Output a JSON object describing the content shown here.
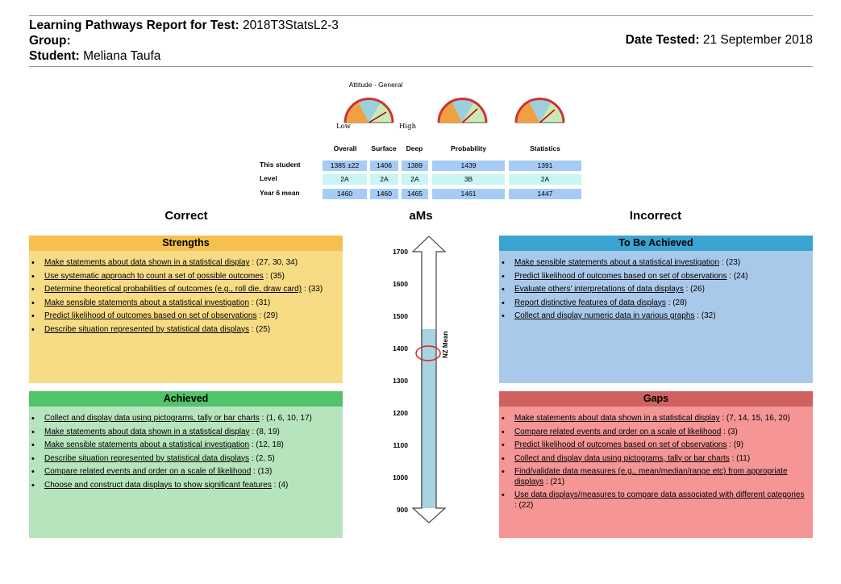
{
  "header": {
    "title_label": "Learning Pathways Report for Test:",
    "test_name": "2018T3StatsL2-3",
    "group_label": "Group:",
    "student_label": "Student:",
    "student_name": "Meliana Taufa",
    "date_label": "Date Tested:",
    "date_value": "21 September 2018"
  },
  "attitude": {
    "title": "Attitude - General",
    "low_label": "Low",
    "high_label": "High"
  },
  "scores": {
    "columns": [
      "Overall",
      "Surface",
      "Deep",
      "Probability",
      "Statistics"
    ],
    "rows": [
      {
        "label": "This student",
        "values": [
          "1385 ±22",
          "1406",
          "1389",
          "1439",
          "1391"
        ]
      },
      {
        "label": "Level",
        "values": [
          "2A",
          "2A",
          "2A",
          "3B",
          "2A"
        ]
      },
      {
        "label": "Year 6 mean",
        "values": [
          "1460",
          "1460",
          "1465",
          "1461",
          "1447"
        ]
      }
    ]
  },
  "sections": {
    "correct": "Correct",
    "ams": "aMs",
    "incorrect": "Incorrect"
  },
  "scale": {
    "ticks": [
      "1700",
      "1600",
      "1500",
      "1400",
      "1300",
      "1200",
      "1100",
      "1000",
      "900"
    ],
    "nz_mean_label": "NZ Mean",
    "student_score": 1385,
    "nz_mean": 1460,
    "min": 900,
    "max": 1700
  },
  "strengths": {
    "title": "Strengths",
    "items": [
      {
        "text": "Make statements about data shown in a statistical display",
        "refs": " : (27, 30, 34)"
      },
      {
        "text": "Use systematic approach to count a set of possible outcomes",
        "refs": " : (35)"
      },
      {
        "text": "Determine theoretical probabilities of outcomes (e.g., roll die, draw card)",
        "refs": " : (33)"
      },
      {
        "text": "Make sensible statements about a statistical investigation",
        "refs": " : (31)"
      },
      {
        "text": "Predict likelihood of outcomes based on set of observations",
        "refs": " : (29)"
      },
      {
        "text": "Describe situation represented by statistical data displays",
        "refs": " : (25)"
      }
    ]
  },
  "achieved": {
    "title": "Achieved",
    "items": [
      {
        "text": "Collect and display data using pictograms, tally or bar charts",
        "refs": " : (1, 6, 10, 17)"
      },
      {
        "text": "Make statements about data shown in a statistical display",
        "refs": " : (8, 19)"
      },
      {
        "text": "Make sensible statements about a statistical investigation",
        "refs": " : (12, 18)"
      },
      {
        "text": "Describe situation represented by statistical data displays",
        "refs": " : (2, 5)"
      },
      {
        "text": "Compare related events and order on a scale of likelihood",
        "refs": " : (13)"
      },
      {
        "text": "Choose and construct data displays to show significant features",
        "refs": " : (4)"
      }
    ]
  },
  "to_be_achieved": {
    "title": "To Be Achieved",
    "items": [
      {
        "text": "Make sensible statements about a statistical investigation",
        "refs": " : (23)"
      },
      {
        "text": "Predict likelihood of outcomes based on set of observations",
        "refs": " : (24)"
      },
      {
        "text": "Evaluate others' interpretations of data displays",
        "refs": " : (26)"
      },
      {
        "text": "Report distinctive features of data displays",
        "refs": " : (28)"
      },
      {
        "text": "Collect and display numeric data in various graphs",
        "refs": " : (32)"
      }
    ]
  },
  "gaps": {
    "title": "Gaps",
    "items": [
      {
        "text": "Make statements about data shown in a statistical display",
        "refs": " : (7, 14, 15, 16, 20)"
      },
      {
        "text": "Compare related events and order on a scale of likelihood",
        "refs": " : (3)"
      },
      {
        "text": "Predict likelihood of outcomes based on set of observations",
        "refs": " : (9)"
      },
      {
        "text": "Collect and display data using pictograms, tally or bar charts",
        "refs": " : (11)"
      },
      {
        "text": "Find/validate data measures (e.g., mean/median/range etc) from appropriate displays",
        "refs": " : (21)"
      },
      {
        "text": "Use data displays/measures to compare data associated with different categories",
        "refs": " : (22)"
      }
    ]
  },
  "colors": {
    "strengths": "#f8dc85",
    "achieved": "#b6e4bc",
    "to_be_achieved": "#a9c9ea",
    "gaps": "#f59595",
    "scale_fill": "#a8d3e0",
    "student_marker": "#e02020"
  }
}
